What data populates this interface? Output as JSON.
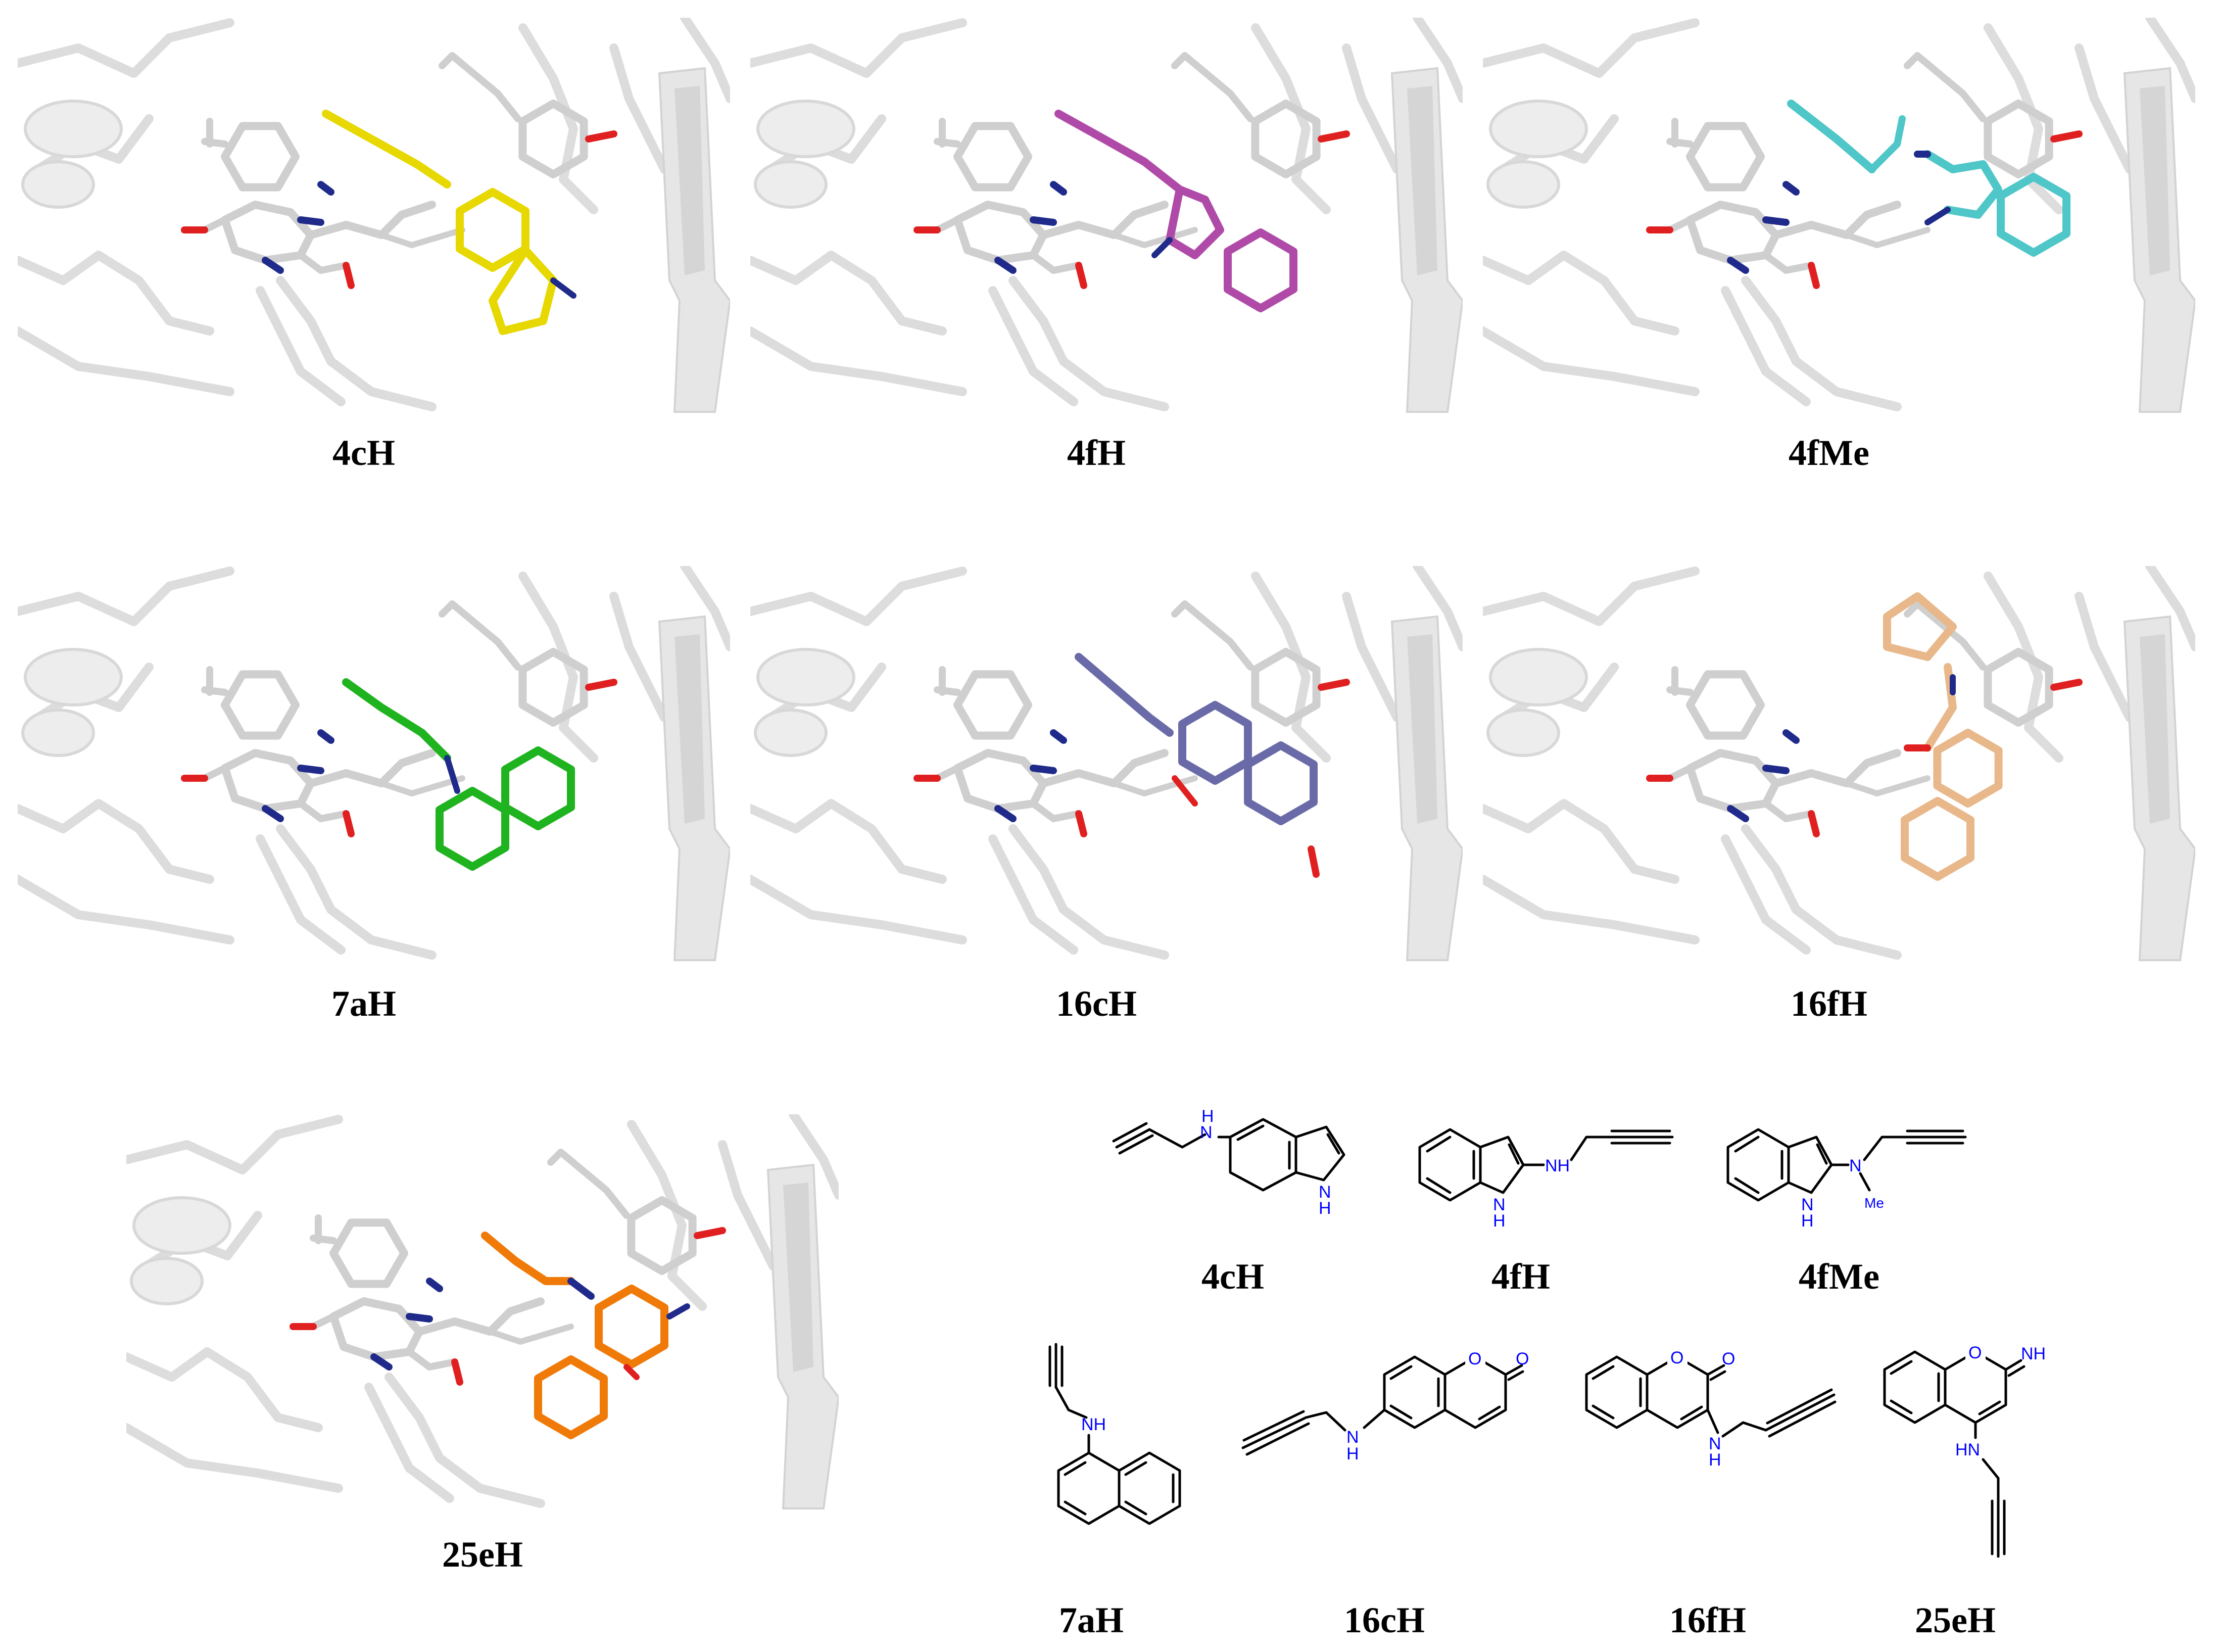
{
  "docking_panels": [
    {
      "label": "4cH",
      "ligand_color": "#e6d800"
    },
    {
      "label": "4fH",
      "ligand_color": "#b04aa8"
    },
    {
      "label": "4fMe",
      "ligand_color": "#4fc6c8"
    },
    {
      "label": "7aH",
      "ligand_color": "#1fb31f"
    },
    {
      "label": "16cH",
      "ligand_color": "#6a6aa8"
    },
    {
      "label": "16fH",
      "ligand_color": "#e8b88a"
    },
    {
      "label": "25eH",
      "ligand_color": "#f07a08"
    }
  ],
  "colors": {
    "protein_ribbon": "#d9d9d9",
    "cofactor_carbon": "#cfcfcf",
    "nitrogen": "#1f2a8a",
    "oxygen": "#e02020",
    "heteroatom_label": "#0000ff"
  },
  "structures": [
    {
      "label": "4cH",
      "atoms": [
        "H",
        "N",
        "N",
        "H"
      ]
    },
    {
      "label": "4fH",
      "atoms": [
        "NH",
        "N",
        "H"
      ]
    },
    {
      "label": "4fMe",
      "atoms": [
        "N",
        "N",
        "H",
        "Me"
      ]
    },
    {
      "label": "7aH",
      "atoms": [
        "NH"
      ]
    },
    {
      "label": "16cH",
      "atoms": [
        "O",
        "O",
        "N",
        "H"
      ]
    },
    {
      "label": "16fH",
      "atoms": [
        "O",
        "O",
        "N",
        "H"
      ]
    },
    {
      "label": "25eH",
      "atoms": [
        "O",
        "NH",
        "HN"
      ]
    }
  ]
}
